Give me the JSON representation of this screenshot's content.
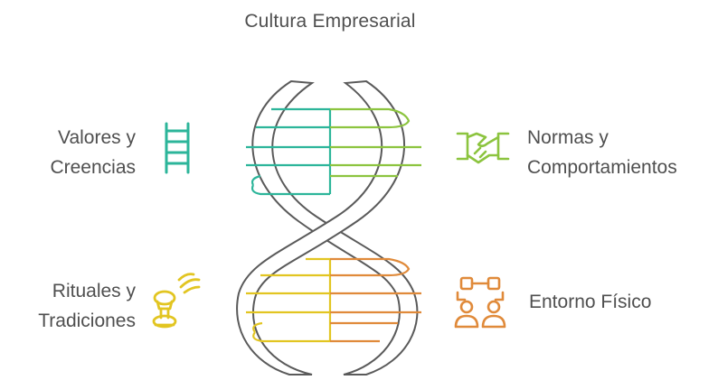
{
  "diagram": {
    "title": "Cultura Empresarial",
    "quadrants": [
      {
        "id": "valores",
        "line1": "Valores y",
        "line2": "Creencias",
        "icon": "ladder-icon",
        "color": "#2cb59a"
      },
      {
        "id": "normas",
        "line1": "Normas y",
        "line2": "Comportamientos",
        "icon": "handshake-icon",
        "color": "#8cc43f"
      },
      {
        "id": "rituales",
        "line1": "Rituales y",
        "line2": "Tradiciones",
        "icon": "telephone-ringing-icon",
        "color": "#e2c521"
      },
      {
        "id": "entorno",
        "line1": "Entorno Físico",
        "line2": "",
        "icon": "people-network-icon",
        "color": "#e08a3a"
      }
    ],
    "helix": {
      "strand_color": "#4a4a4a",
      "top_rung_colors": [
        "#2cb59a",
        "#8cc43f"
      ],
      "bottom_rung_colors": [
        "#e2c521",
        "#e08a3a"
      ]
    }
  }
}
